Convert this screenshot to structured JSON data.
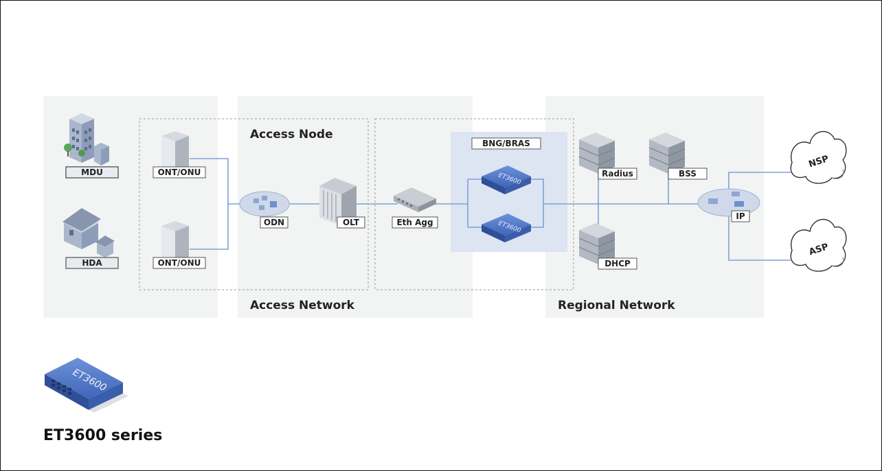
{
  "zones": {
    "access_node": "Access Node",
    "access_network": "Access Network",
    "regional_network": "Regional Network"
  },
  "nodes": {
    "mdu": "MDU",
    "hda": "HDA",
    "ont_top": "ONT/ONU",
    "ont_bottom": "ONT/ONU",
    "odn": "ODN",
    "olt": "OLT",
    "eth_agg": "Eth Agg",
    "bng": "BNG/BRAS",
    "switch_label": "ET3600",
    "radius": "Radius",
    "bss": "BSS",
    "dhcp": "DHCP",
    "ip": "IP",
    "nsp": "NSP",
    "asp": "ASP"
  },
  "legend": {
    "device_label": "ET3600",
    "caption": "ET3600 series"
  },
  "colors": {
    "zone_bg": "#f2f4f3",
    "bng_bg": "#dde5f3",
    "link": "#7da0d8",
    "device_blue": "#4a72c4",
    "server_gray": "#b9bec6"
  }
}
